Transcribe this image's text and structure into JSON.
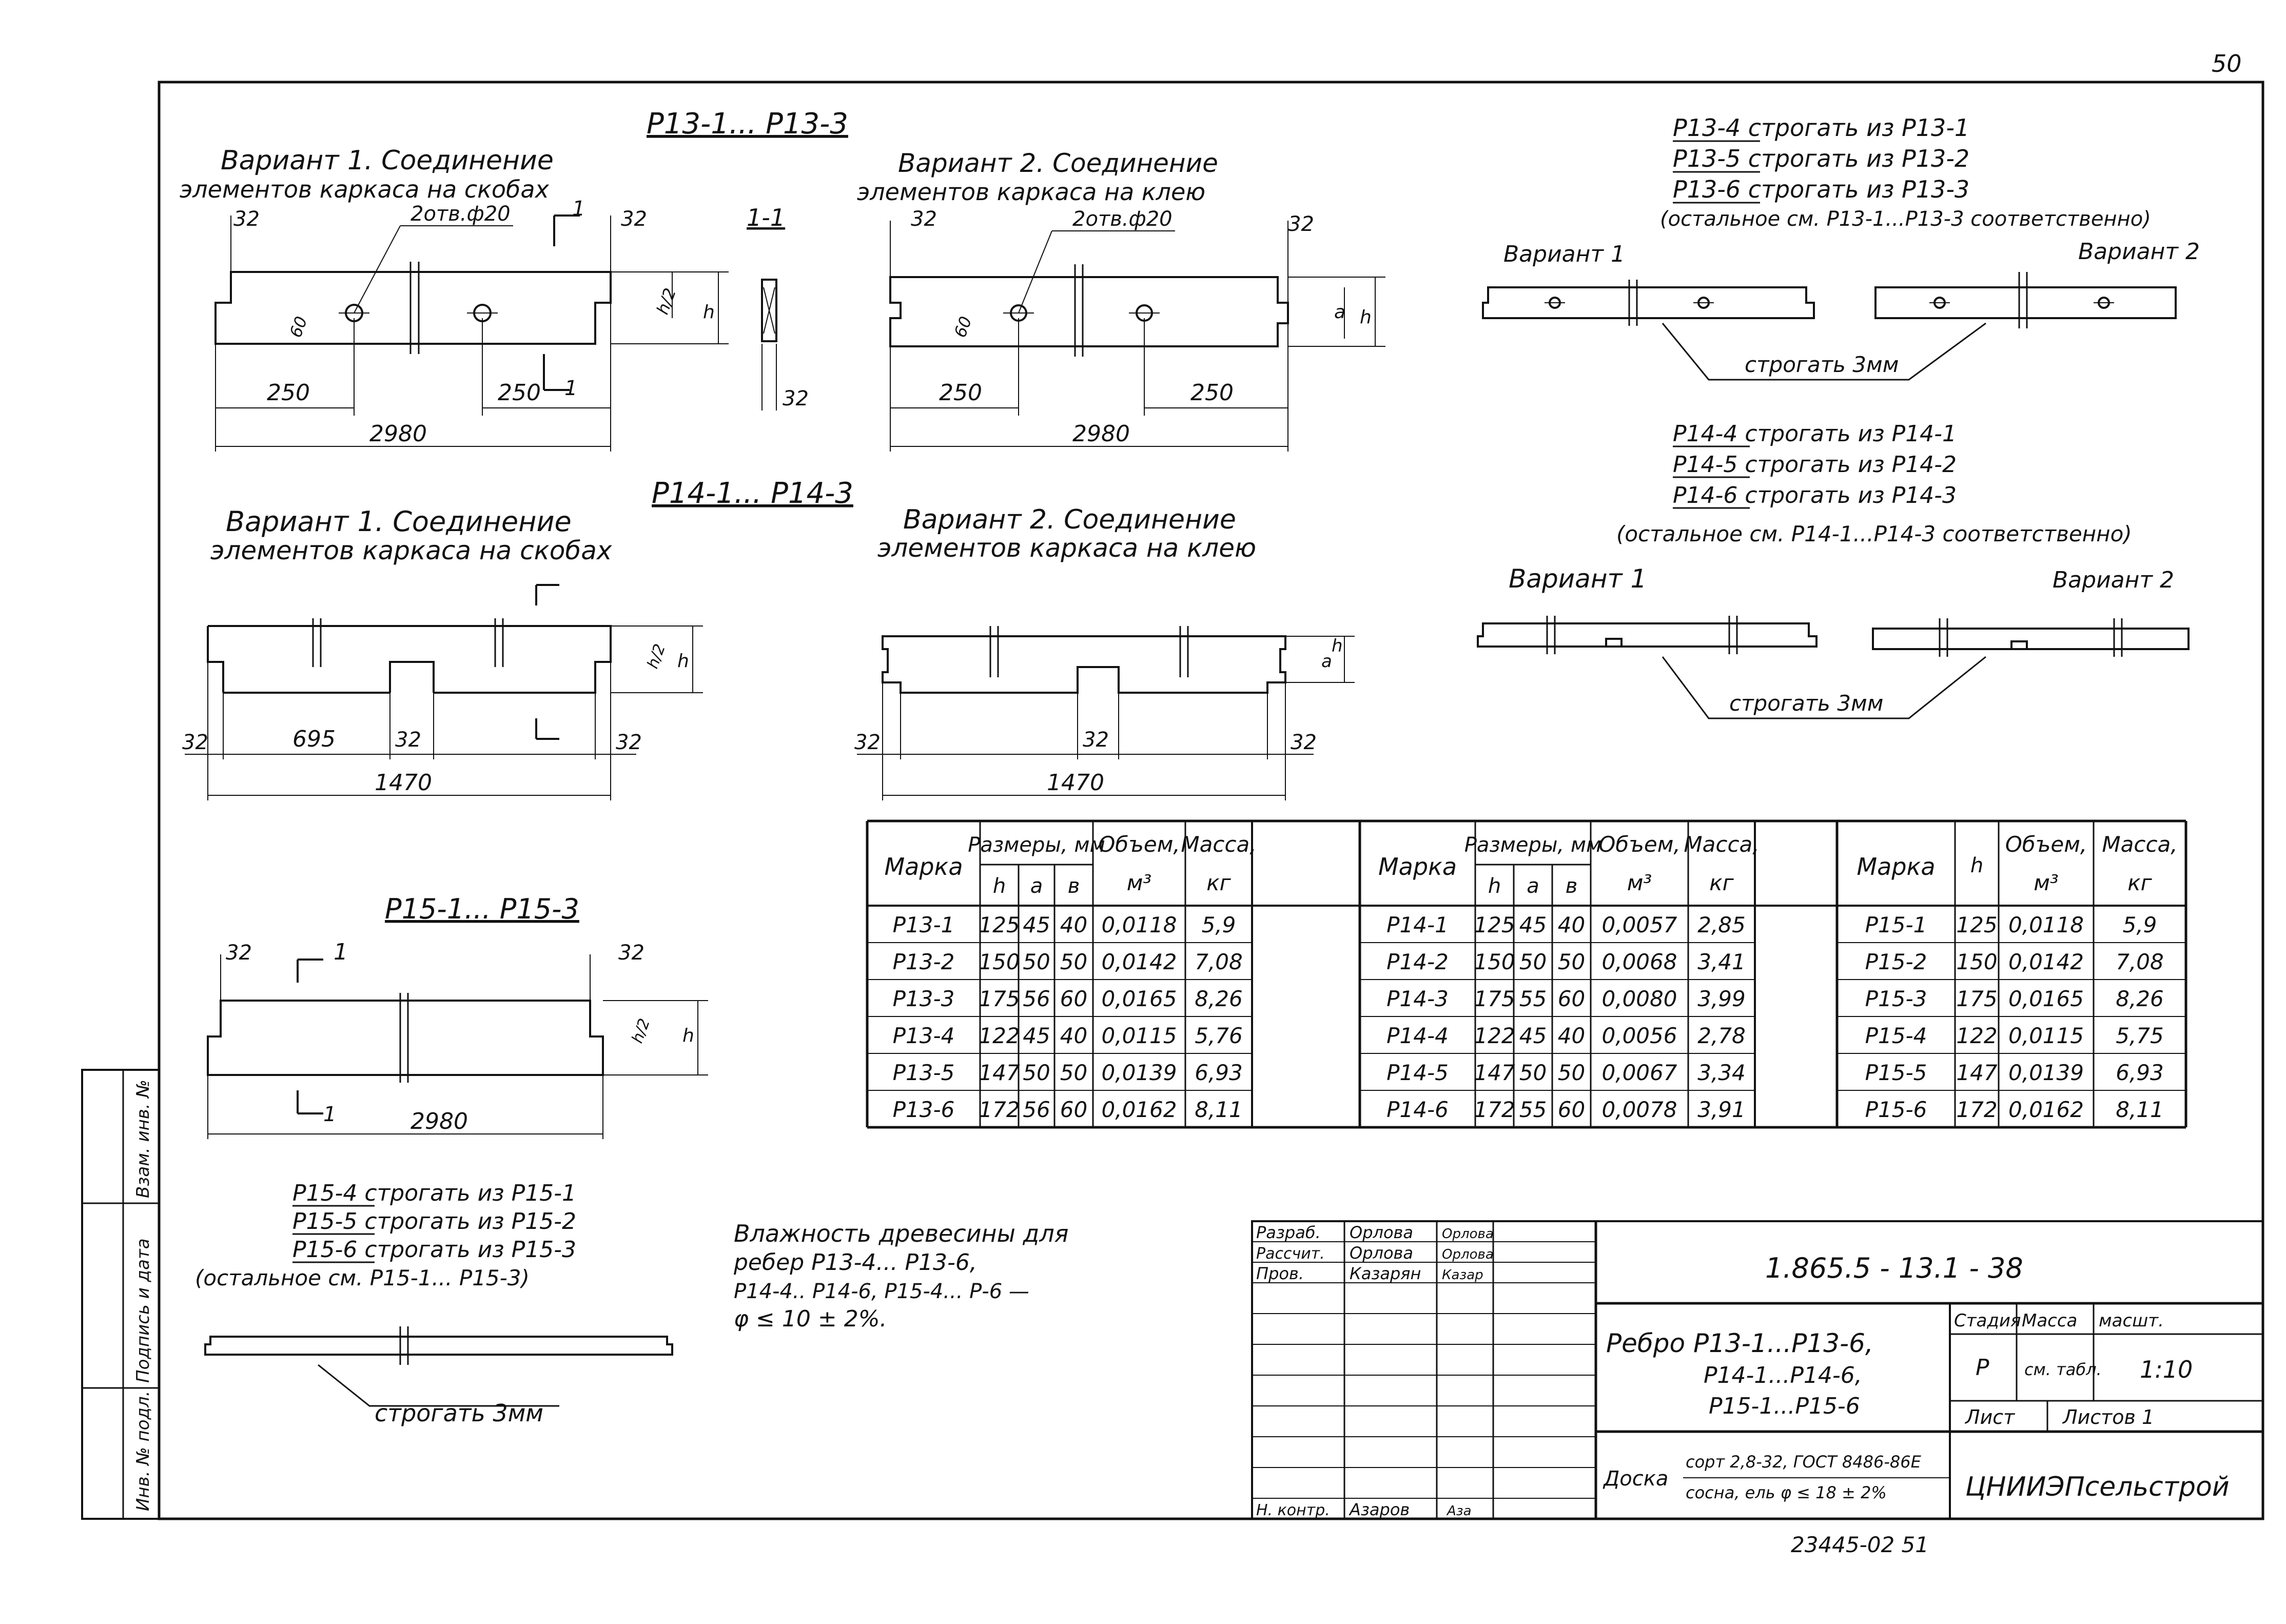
{
  "page_number": "50",
  "footer_code": "23445-02  51",
  "p13": {
    "title": "Р13-1... Р13-3",
    "v1_title": [
      "Вариант 1. Соединение",
      "элементов каркаса на скобах"
    ],
    "v2_title": [
      "Вариант 2. Соединение",
      "элементов каркаса на клею"
    ],
    "holes": "2отв.ф20",
    "dim_32": "32",
    "dim_250": "250",
    "dim_2980": "2980",
    "dim_60": "60",
    "dim_h2": "h/2",
    "dim_h": "h",
    "dim_a": "a",
    "section_label": "1-1",
    "section_mark": "1"
  },
  "p13_notes": {
    "lines": [
      "Р13-4  строгать из Р13-1",
      "Р13-5  строгать из Р13-2",
      "Р13-6  строгать из Р13-3"
    ],
    "remark": "(остальное см. Р13-1...Р13-3 соответственно)",
    "variant1": "Вариант 1",
    "variant2": "Вариант 2",
    "plane": "строгать 3мм"
  },
  "p14": {
    "title": "Р14-1... Р14-3",
    "v1_title": [
      "Вариант 1. Соединение",
      "элементов каркаса на скобах"
    ],
    "v2_title": [
      "Вариант 2. Соединение",
      "элементов каркаса на клею"
    ],
    "dim_32": "32",
    "dim_695": "695",
    "dim_1470": "1470"
  },
  "p14_notes": {
    "lines": [
      "Р14-4  строгать из Р14-1",
      "Р14-5  строгать из Р14-2",
      "Р14-6  строгать из Р14-3"
    ],
    "remark": "(остальное см. Р14-1...Р14-3 соответственно)",
    "variant1": "Вариант 1",
    "variant2": "Вариант 2",
    "plane": "строгать 3мм"
  },
  "p15": {
    "title": "Р15-1... Р15-3",
    "dim_32": "32",
    "dim_2980": "2980"
  },
  "p15_notes": {
    "lines": [
      "Р15-4  строгать из Р15-1",
      "Р15-5  строгать из Р15-2",
      "Р15-6  строгать из Р15-3"
    ],
    "remark": "(остальное см. Р15-1... Р15-3)",
    "plane": "строгать 3мм"
  },
  "moisture_note": [
    "Влажность древесины для",
    "ребер Р13-4... Р13-6,",
    "Р14-4.. Р14-6, Р15-4... Р-6 —",
    "φ ≤ 10 ± 2%."
  ],
  "table": {
    "h_marka": "Марка",
    "h_sizes": "Размеры, мм",
    "h_volume": "Объем,",
    "h_volume_unit": "м³",
    "h_mass": "Масса,",
    "h_mass_unit": "кг",
    "h_h": "h",
    "h_a": "a",
    "h_b": "в",
    "rows13": [
      [
        "Р13-1",
        "125",
        "45",
        "40",
        "0,0118",
        "5,9"
      ],
      [
        "Р13-2",
        "150",
        "50",
        "50",
        "0,0142",
        "7,08"
      ],
      [
        "Р13-3",
        "175",
        "56",
        "60",
        "0,0165",
        "8,26"
      ],
      [
        "Р13-4",
        "122",
        "45",
        "40",
        "0,0115",
        "5,76"
      ],
      [
        "Р13-5",
        "147",
        "50",
        "50",
        "0,0139",
        "6,93"
      ],
      [
        "Р13-6",
        "172",
        "56",
        "60",
        "0,0162",
        "8,11"
      ]
    ],
    "rows14": [
      [
        "Р14-1",
        "125",
        "45",
        "40",
        "0,0057",
        "2,85"
      ],
      [
        "Р14-2",
        "150",
        "50",
        "50",
        "0,0068",
        "3,41"
      ],
      [
        "Р14-3",
        "175",
        "55",
        "60",
        "0,0080",
        "3,99"
      ],
      [
        "Р14-4",
        "122",
        "45",
        "40",
        "0,0056",
        "2,78"
      ],
      [
        "Р14-5",
        "147",
        "50",
        "50",
        "0,0067",
        "3,34"
      ],
      [
        "Р14-6",
        "172",
        "55",
        "60",
        "0,0078",
        "3,91"
      ]
    ],
    "rows15": [
      [
        "Р15-1",
        "125",
        "0,0118",
        "5,9"
      ],
      [
        "Р15-2",
        "150",
        "0,0142",
        "7,08"
      ],
      [
        "Р15-3",
        "175",
        "0,0165",
        "8,26"
      ],
      [
        "Р15-4",
        "122",
        "0,0115",
        "5,75"
      ],
      [
        "Р15-5",
        "147",
        "0,0139",
        "6,93"
      ],
      [
        "Р15-6",
        "172",
        "0,0162",
        "8,11"
      ]
    ]
  },
  "stamp": {
    "roles": [
      "Разраб.",
      "Рассчит.",
      "Пров.",
      "Н. контр."
    ],
    "names": [
      "Орлова",
      "Орлова",
      "Казарян",
      "Азаров"
    ],
    "signatures": [
      "Орлова",
      "Орлова",
      "Казар",
      "Аза"
    ],
    "doc_number": "1.865.5 - 13.1 - 38",
    "title_lines": [
      "Ребро  Р13-1...Р13-6,",
      "Р14-1...Р14-6,",
      "Р15-1...Р15-6"
    ],
    "stage_h": "Стадия",
    "mass_h": "Масса",
    "scale_h": "масшт.",
    "stage": "Р",
    "mass": "см. табл.",
    "scale": "1:10",
    "sheet_h": "Лист",
    "sheets_h": "Листов 1",
    "material_label": "Доска",
    "material_lines": [
      "сорт 2,8-32, ГОСТ 8486-86Е",
      "сосна, ель φ ≤ 18 ± 2%"
    ],
    "org": "ЦНИИЭПсельстрой"
  },
  "side_labels": [
    "Взам. инв. №",
    "Подпись и дата",
    "Инв. № подл."
  ]
}
